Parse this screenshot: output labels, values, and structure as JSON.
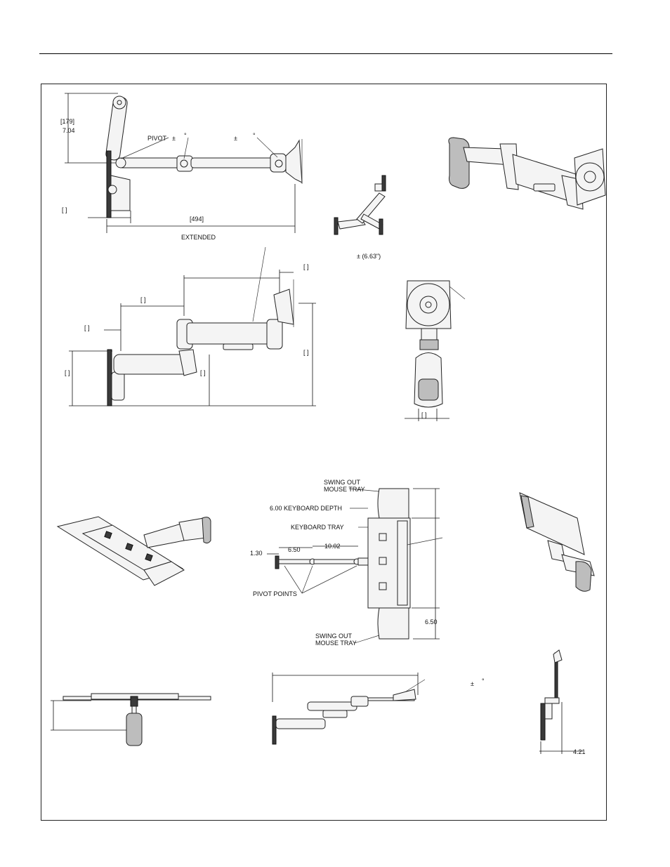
{
  "labels": {
    "d179": "[179]",
    "d704": "7.04",
    "pivot": "PIVOT",
    "pm1": "±",
    "deg1": "°",
    "pm2": "±",
    "deg2": "°",
    "d494": "[494]",
    "extended": "EXTENDED",
    "bracket_left": "[   ]",
    "angle": "± (6.63\")",
    "b1": "[   ]",
    "b2": "[   ]",
    "b3": "[   ]",
    "b4": "[   ]",
    "b5": "[   ]",
    "b6": "[   ]",
    "b7": "[   ]",
    "swing_top": [
      "SWING OUT",
      "MOUSE TRAY"
    ],
    "kb_depth": "6.00 KEYBOARD DEPTH",
    "kb_tray": "KEYBOARD TRAY",
    "d130": "1.30",
    "d650a": "6.50",
    "d1002": "10.02",
    "pivot_points": "PIVOT POINTS",
    "d650b": "6.50",
    "swing_bot": [
      "SWING OUT",
      "MOUSE TRAY"
    ],
    "pm3": "±",
    "deg3": "°",
    "d421": "4.21"
  }
}
